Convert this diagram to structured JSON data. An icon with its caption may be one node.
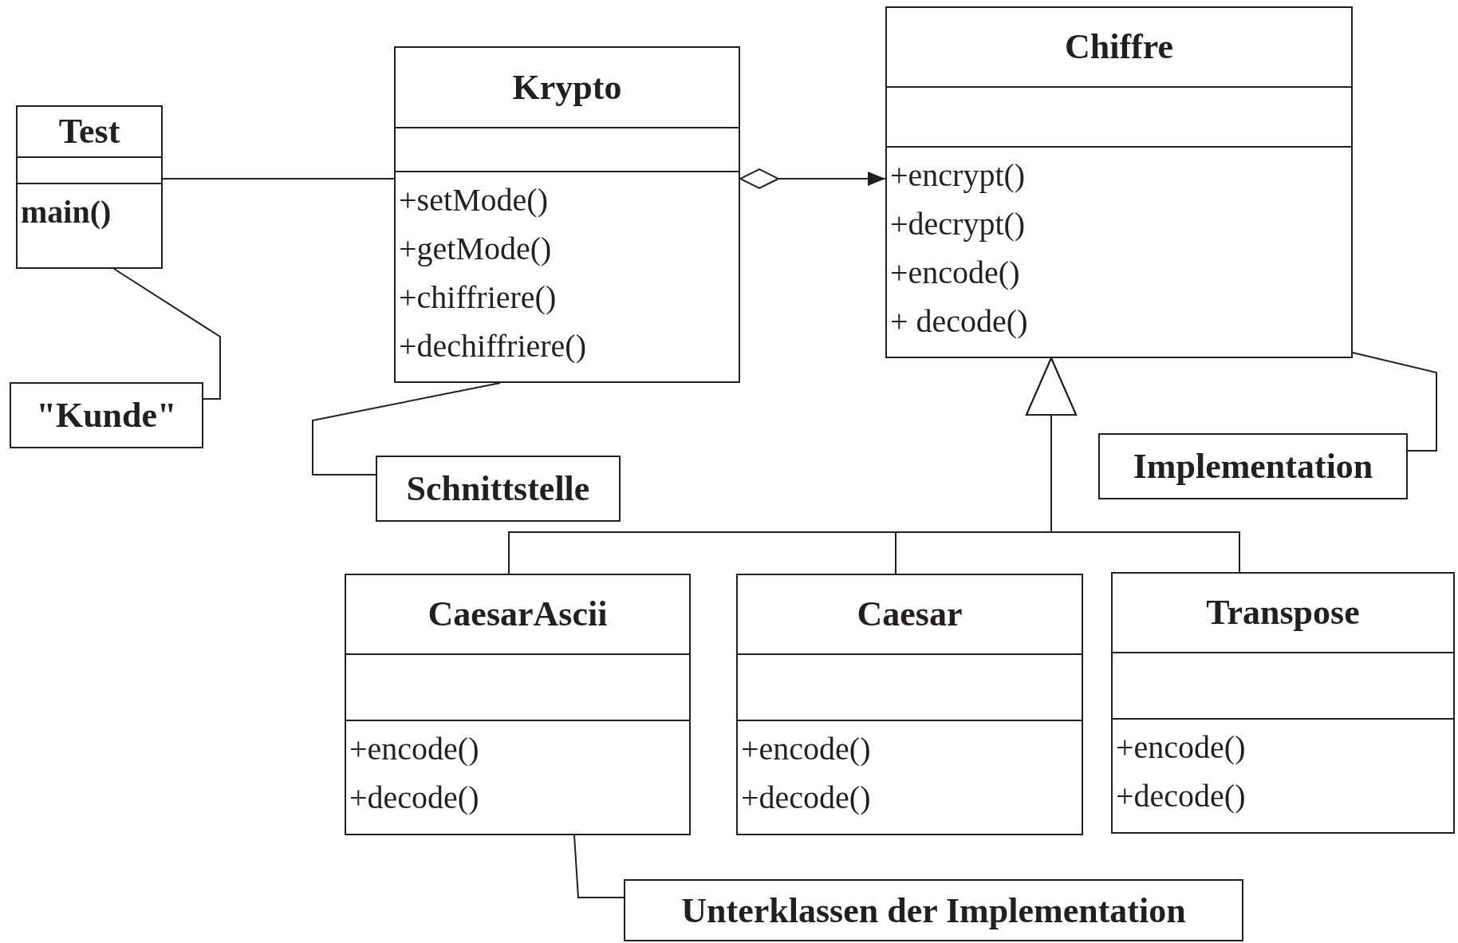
{
  "diagram": {
    "nodes": [
      {
        "text": [
          "Test",
          "main()"
        ]
      },
      {
        "text": [
          "Krypto",
          "+setMode()",
          "+getMode()",
          "+chiffriere()",
          "+dechiffriere()"
        ]
      },
      {
        "text": [
          "Chiffre",
          "+encrypt()",
          "+decrypt()",
          "+encode()",
          "+ decode()"
        ]
      },
      {
        "text": [
          "\"Kunde\""
        ]
      },
      {
        "text": [
          "Schnittstelle"
        ]
      },
      {
        "text": [
          "Implementation"
        ]
      },
      {
        "text": [
          "CaesarAscii",
          "+encode()",
          "+decode()"
        ]
      },
      {
        "text": [
          "Caesar",
          "+encode()",
          "+decode()"
        ]
      },
      {
        "text": [
          "Transpose",
          "+encode()",
          "+decode()"
        ]
      },
      {
        "text": [
          "Unterklassen der Implementation"
        ]
      }
    ],
    "edges": [
      {
        "from": 0,
        "to": 1,
        "arrow": "none"
      },
      {
        "from": 1,
        "to": 2,
        "arrow": "to"
      },
      {
        "from": 6,
        "to": 2,
        "arrow": "to"
      },
      {
        "from": 7,
        "to": 2,
        "arrow": "to"
      },
      {
        "from": 8,
        "to": 2,
        "arrow": "to"
      },
      {
        "from": 3,
        "to": 0,
        "arrow": "none"
      },
      {
        "from": 4,
        "to": 1,
        "arrow": "none"
      },
      {
        "from": 5,
        "to": 2,
        "arrow": "none"
      },
      {
        "from": 9,
        "to": 6,
        "arrow": "none"
      }
    ]
  }
}
